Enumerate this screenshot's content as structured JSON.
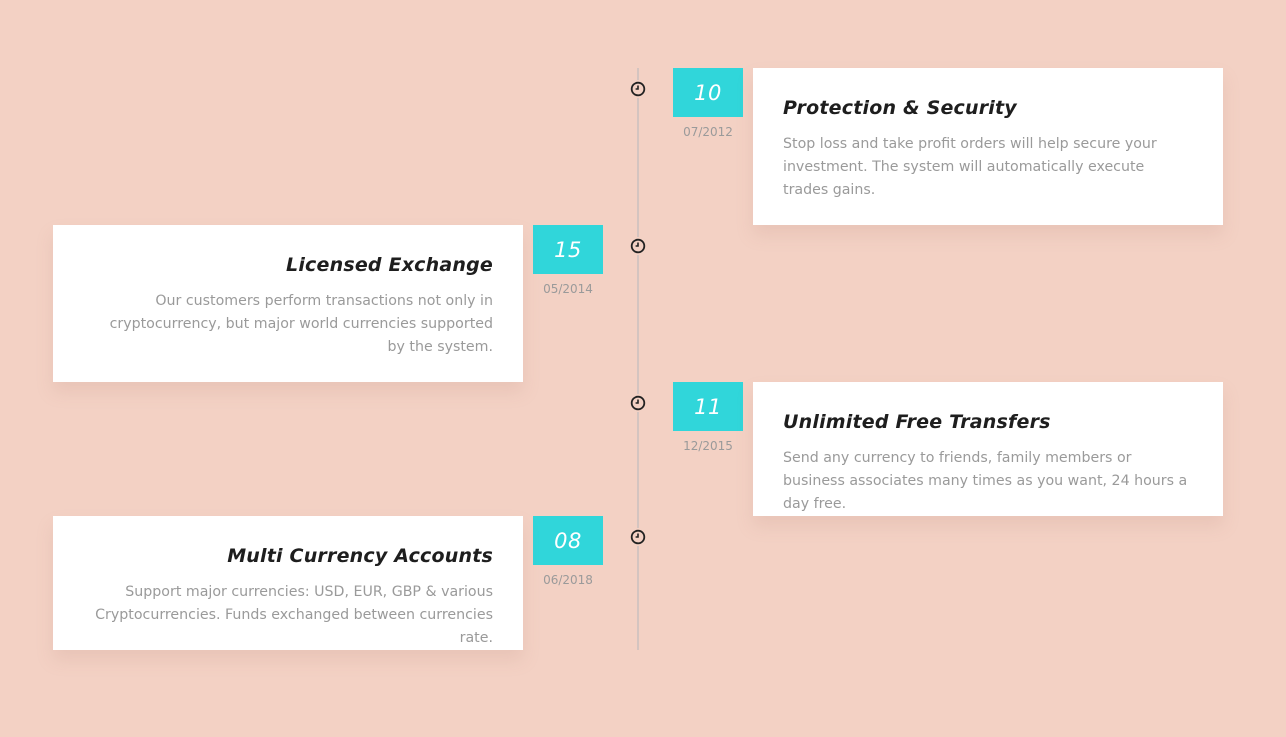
{
  "timeline": [
    {
      "number": "10",
      "date": "07/2012",
      "title": "Protection & Security",
      "text": "Stop loss and take profit orders will help secure your investment. The system will automatically execute trades gains.",
      "side": "right"
    },
    {
      "number": "15",
      "date": "05/2014",
      "title": "Licensed Exchange",
      "text": "Our customers perform transactions not only in cryptocurrency, but major world currencies supported by the system.",
      "side": "left"
    },
    {
      "number": "11",
      "date": "12/2015",
      "title": "Unlimited Free Transfers",
      "text": "Send any currency to friends, family members or business associates many times as you want, 24 hours a day free.",
      "side": "right"
    },
    {
      "number": "08",
      "date": "06/2018",
      "title": "Multi Currency Accounts",
      "text": "Support major currencies: USD, EUR, GBP & various Cryptocurrencies. Funds exchanged between currencies rate.",
      "side": "left"
    }
  ],
  "colors": {
    "background": "#f3d1c4",
    "badge": "#30d6da",
    "card": "#ffffff",
    "title": "#1e1e1e",
    "text": "#9a9a9a"
  },
  "icons": {
    "marker": "clock-icon"
  }
}
